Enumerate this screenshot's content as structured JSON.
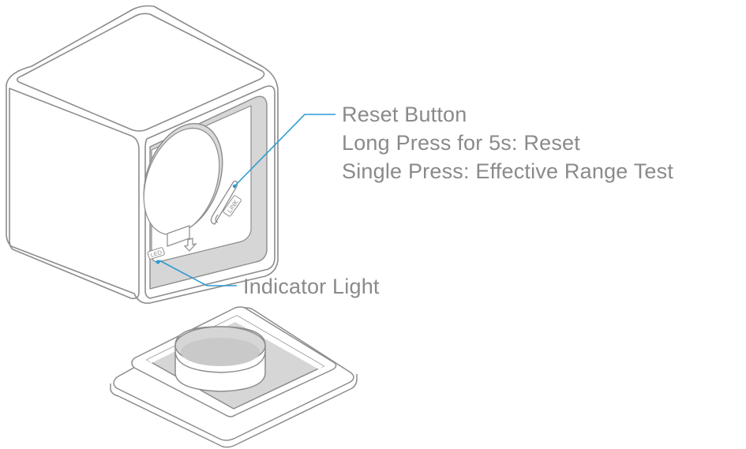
{
  "callouts": {
    "reset": {
      "title": "Reset Button",
      "line1": "Long Press for 5s: Reset",
      "line2": "Single Press: Effective Range Test"
    },
    "indicator": {
      "title": "Indicator Light"
    }
  },
  "device_markings": {
    "led": "LED",
    "link": "LINK"
  },
  "colors": {
    "outline": "#8c8c8c",
    "cavity": "#d6d6d6",
    "leader": "#2a9bd3",
    "text": "#8a8a8a"
  }
}
